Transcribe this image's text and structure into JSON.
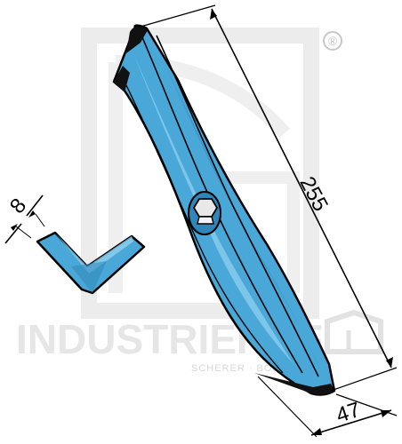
{
  "watermark": {
    "brand": "INDUSTRIEHOF",
    "subtitle": "SCHERER · BOSTEL",
    "registered_mark": "®"
  },
  "dimensions": {
    "length": "255",
    "width": "47",
    "thickness": "8"
  },
  "colors": {
    "blade_fill": "#4aa8d8",
    "blade_highlight": "#8fd0f0",
    "blade_shadow": "#2f86b8",
    "outline": "#000000",
    "watermark": "#e6e6e6"
  },
  "icons": [
    "hex-bolt-icon",
    "registered-trademark-icon",
    "logo-house-icon"
  ]
}
